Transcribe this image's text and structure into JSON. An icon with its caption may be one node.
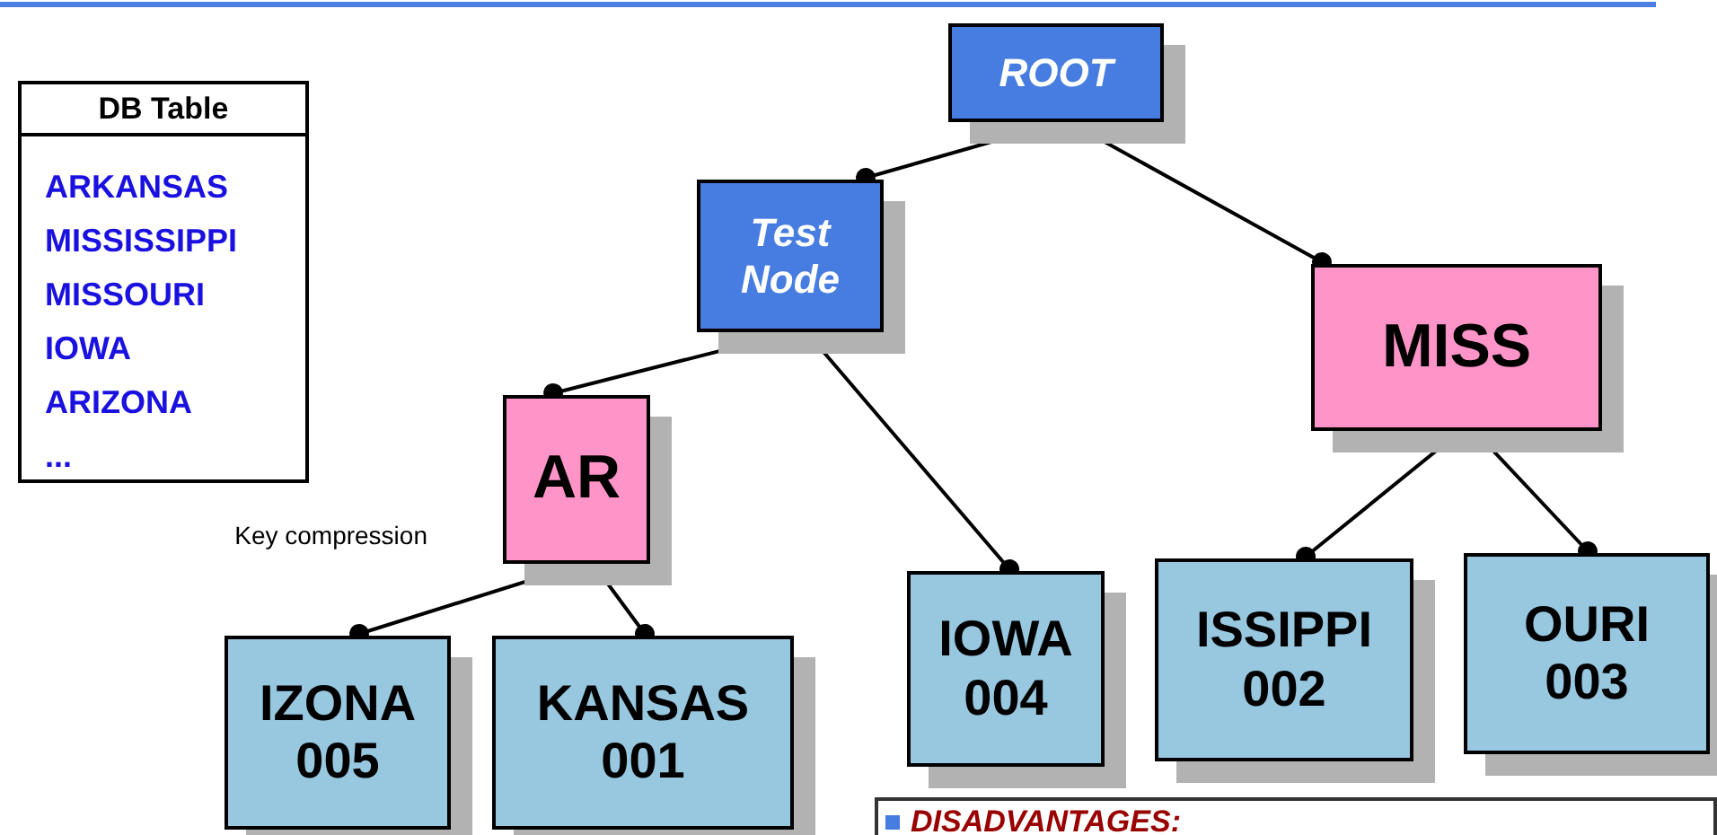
{
  "diagram": {
    "nodes": [
      {
        "text": [
          "DB Table",
          "ARKANSAS",
          "MISSISSIPPI",
          "MISSOURI",
          "IOWA",
          "ARIZONA",
          "..."
        ]
      },
      {
        "text": [
          "ROOT"
        ]
      },
      {
        "text": [
          "Test Node"
        ]
      },
      {
        "text": [
          "MISS"
        ]
      },
      {
        "text": [
          "AR"
        ]
      },
      {
        "text": [
          "IOWA",
          "004"
        ]
      },
      {
        "text": [
          "ISSIPPI",
          "002"
        ]
      },
      {
        "text": [
          "OURI",
          "003"
        ]
      },
      {
        "text": [
          "IZONA",
          "005"
        ]
      },
      {
        "text": [
          "KANSAS",
          "001"
        ]
      },
      {
        "text": [
          "DISADVANTAGES:"
        ]
      }
    ],
    "edges": [
      {
        "from": 1,
        "to": 2,
        "arrow": "other"
      },
      {
        "from": 1,
        "to": 3,
        "arrow": "other"
      },
      {
        "from": 2,
        "to": 4,
        "arrow": "other"
      },
      {
        "from": 2,
        "to": 5,
        "arrow": "other"
      },
      {
        "from": 3,
        "to": 6,
        "arrow": "other"
      },
      {
        "from": 3,
        "to": 7,
        "arrow": "other"
      },
      {
        "from": 4,
        "to": 8,
        "arrow": "other"
      },
      {
        "from": 4,
        "to": 9,
        "arrow": "other"
      }
    ],
    "labels": [
      "Key compression"
    ]
  }
}
